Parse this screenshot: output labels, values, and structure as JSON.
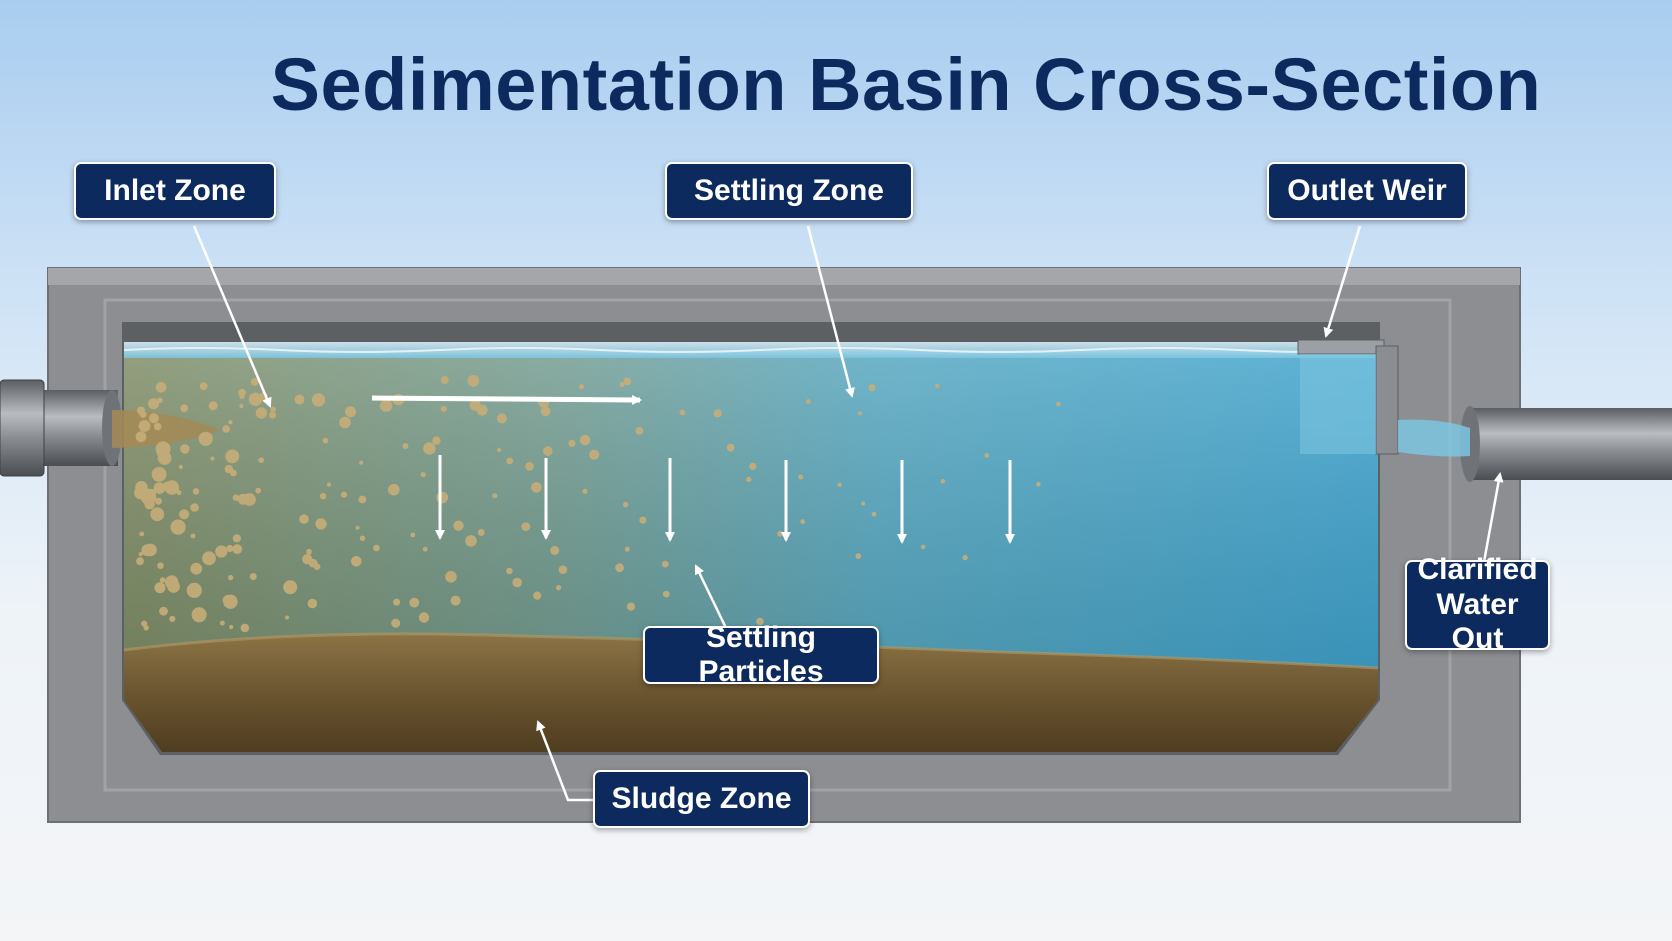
{
  "title": "Sedimentation Basin Cross-Section",
  "labels": {
    "inlet_zone": "Inlet Zone",
    "settling_zone": "Settling Zone",
    "outlet_weir": "Outlet Weir",
    "settling_particles": "Settling Particles",
    "sludge_zone": "Sludge Zone",
    "clarified_water_out_line1": "Clarified",
    "clarified_water_out_line2": "Water Out"
  },
  "colors": {
    "title": "#0d2a5e",
    "label_bg": "#0d2a5e",
    "concrete": "#8a8c8f",
    "water_clear": "#3fa2c6",
    "water_turbid": "#7c8a62",
    "sludge": "#6b5530"
  }
}
